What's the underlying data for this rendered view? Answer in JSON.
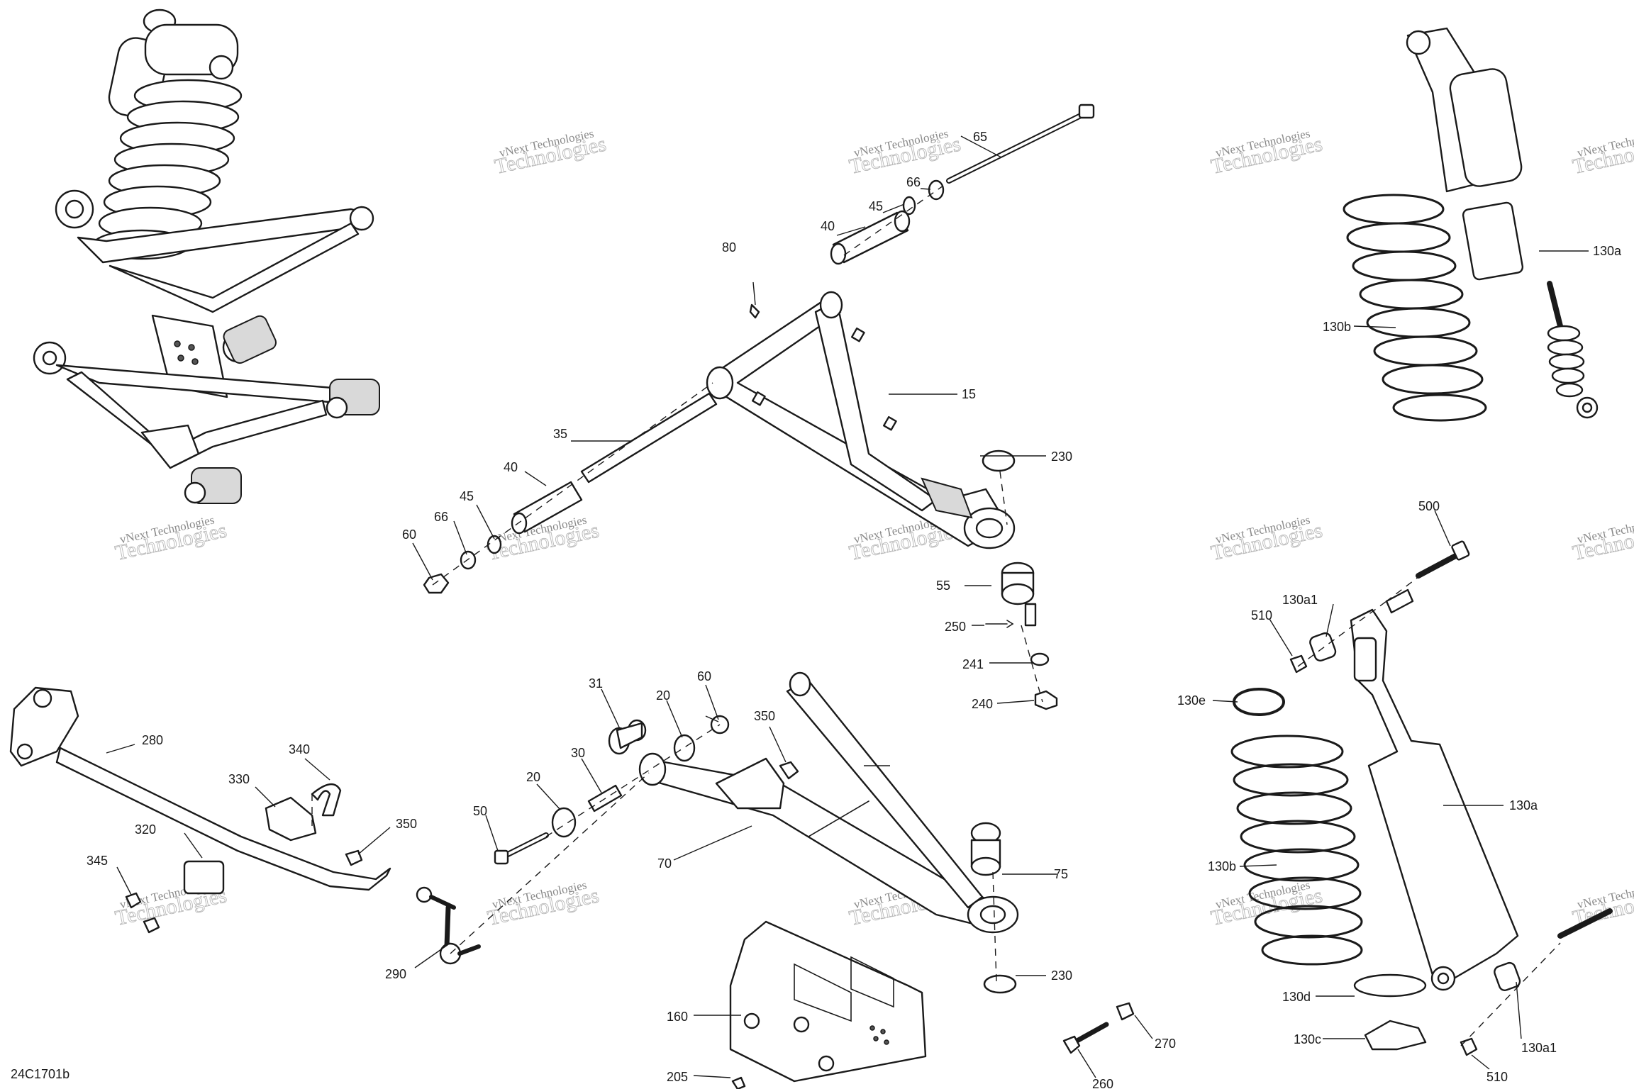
{
  "figure_id": "24C1701b",
  "watermark": {
    "line1": "vNext Technologies",
    "line2": "Technologies"
  },
  "callouts": {
    "c15": "15",
    "c20a": "20",
    "c20b": "20",
    "c30": "30",
    "c31": "31",
    "c35": "35",
    "c40a": "40",
    "c40b": "40",
    "c45a": "45",
    "c45b": "45",
    "c50": "50",
    "c55": "55",
    "c60a": "60",
    "c60b": "60",
    "c65": "65",
    "c66a": "66",
    "c66b": "66",
    "c70": "70",
    "c75": "75",
    "c80": "80",
    "c130a_top": "130a",
    "c130b_top": "130b",
    "c130a1_mid": "130a1",
    "c130e": "130e",
    "c130b_bot": "130b",
    "c130a_bot": "130a",
    "c130d": "130d",
    "c130c": "130c",
    "c130a1_bot": "130a1",
    "c160": "160",
    "c205": "205",
    "c230a": "230",
    "c230b": "230",
    "c240": "240",
    "c241": "241",
    "c250": "250",
    "c260": "260",
    "c270": "270",
    "c280": "280",
    "c290": "290",
    "c320": "320",
    "c330": "330",
    "c340": "340",
    "c345": "345",
    "c350a": "350",
    "c350b": "350",
    "c500": "500",
    "c510a": "510",
    "c510b": "510"
  }
}
